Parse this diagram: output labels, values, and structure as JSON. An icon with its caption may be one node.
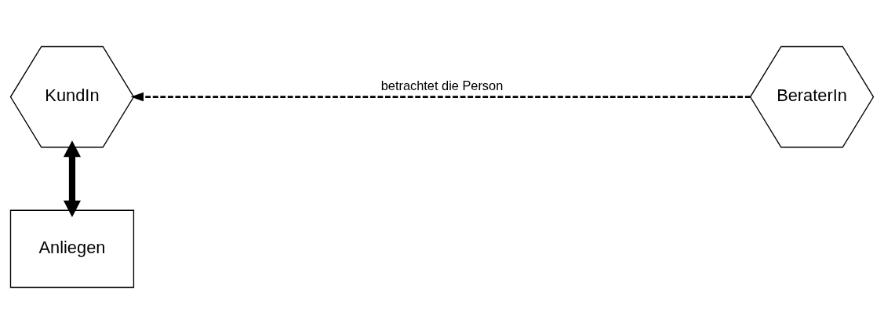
{
  "diagram": {
    "nodes": [
      {
        "text": [
          "KundIn"
        ]
      },
      {
        "text": [
          "BeraterIn"
        ]
      },
      {
        "text": [
          "Anliegen"
        ]
      }
    ],
    "edges": [
      {
        "from": 1,
        "to": 0,
        "arrow": "to",
        "style": "dashed",
        "label": "betrachtet die Person"
      },
      {
        "from": 0,
        "to": 2,
        "arrow": "both",
        "style": "thick"
      }
    ]
  }
}
